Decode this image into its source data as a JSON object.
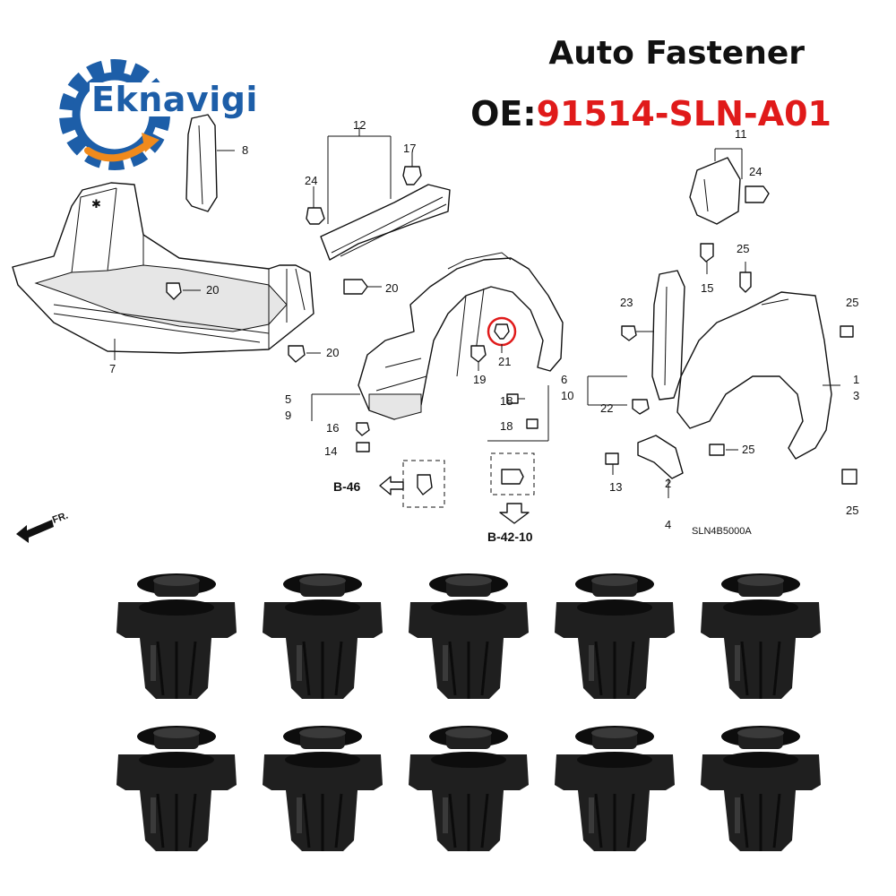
{
  "brand": {
    "logo_text": "Eknavigi",
    "logo_color": "#1d5ea8",
    "gear_color": "#1d5ea8",
    "arrow_color": "#f08a1c"
  },
  "product": {
    "title": "Auto Fastener",
    "oe_prefix": "OE:",
    "oe_code": "91514-SLN-A01",
    "oe_code_color": "#e01a1a"
  },
  "diagram": {
    "callouts": [
      "1",
      "2",
      "3",
      "4",
      "5",
      "6",
      "7",
      "8",
      "9",
      "10",
      "11",
      "12",
      "13",
      "14",
      "15",
      "16",
      "17",
      "18",
      "19",
      "20",
      "21",
      "22",
      "23",
      "24",
      "25"
    ],
    "ref_left": "B-46",
    "ref_bottom": "B-42-10",
    "drawing_code": "SLN4B5000A",
    "direction_label": "FR.",
    "highlight_color": "#e01a1a"
  },
  "photo": {
    "rows": 2,
    "columns": 5,
    "item": "push-type retainer clip",
    "color": "#1f1f1f"
  }
}
